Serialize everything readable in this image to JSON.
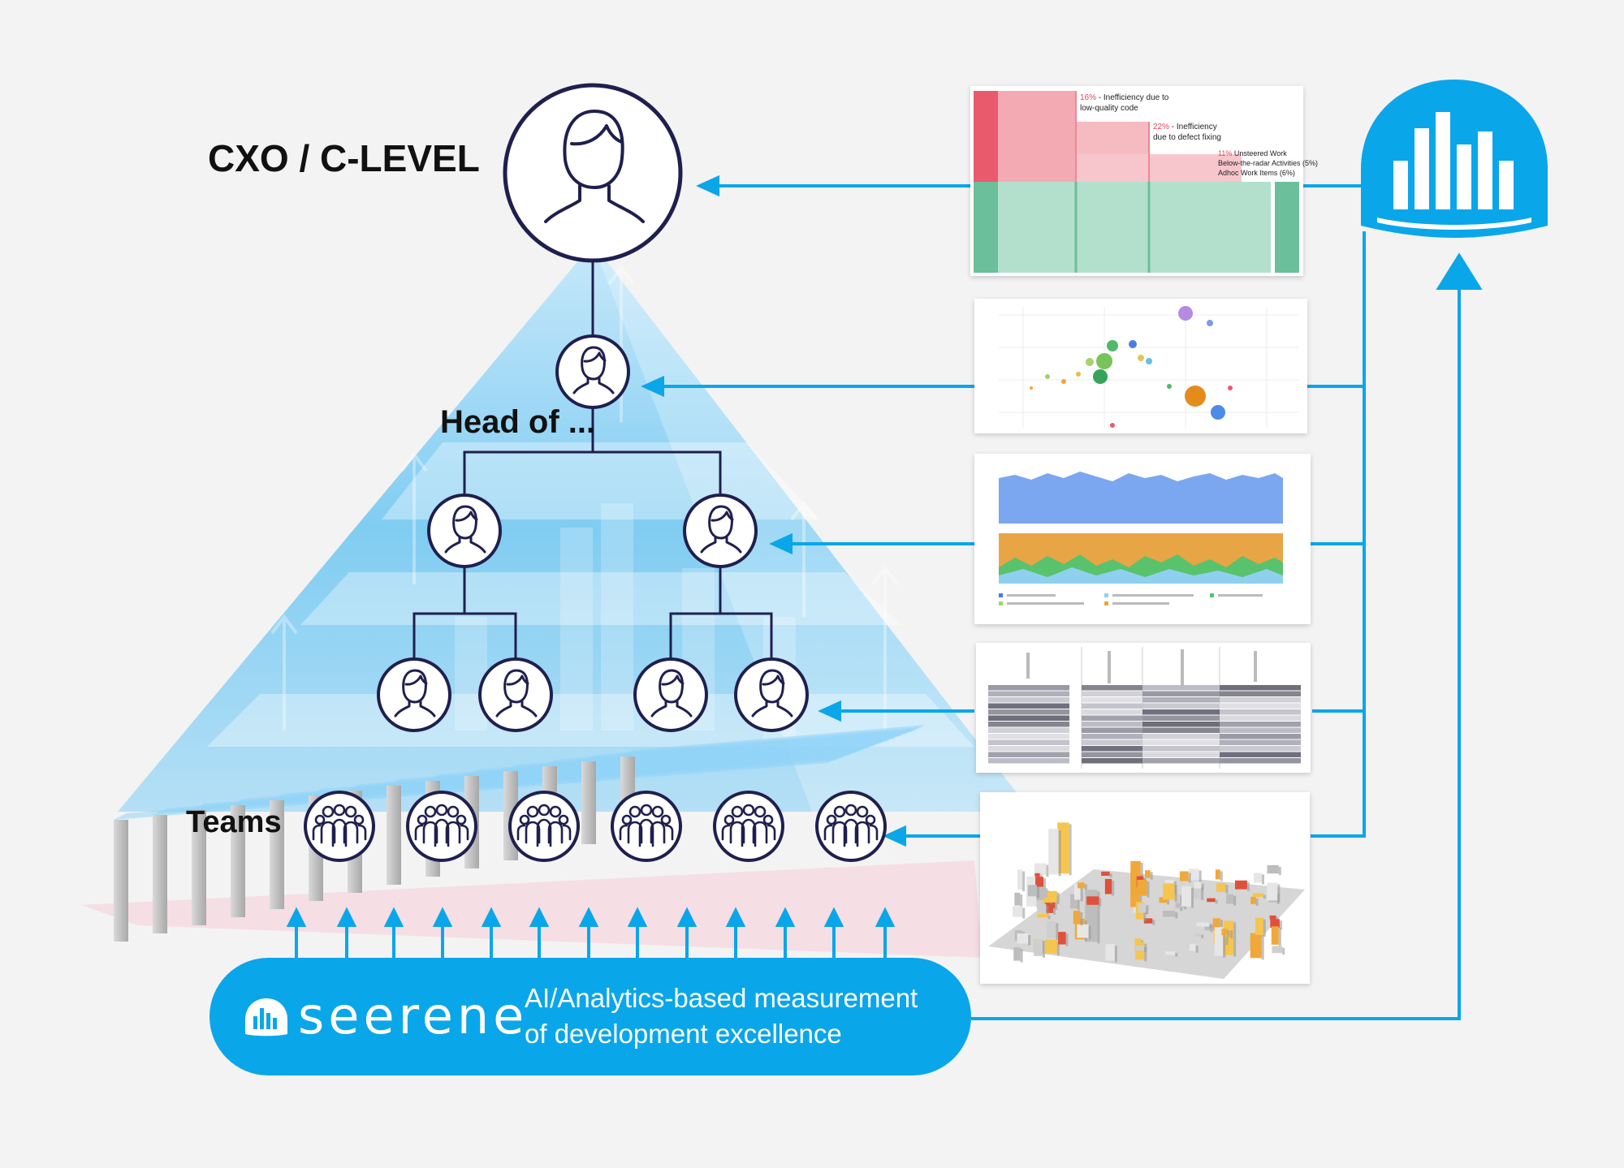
{
  "labels": {
    "cxo": "CXO / C-LEVEL",
    "head_of": "Head of ...",
    "teams": "Teams"
  },
  "brand": {
    "name": "seerene",
    "tagline_line1": "AI/Analytics-based measurement",
    "tagline_line2": "of development excellence"
  },
  "report_annotations": [
    {
      "pct": "16%",
      "text_line1": " - Inefficiency due to",
      "text_line2": "low-quality code"
    },
    {
      "pct": "22%",
      "text_line1": " - Inefficiency",
      "text_line2": "due to defect fixing"
    },
    {
      "pct": "11%",
      "text_line1": " Unsteered Work",
      "text_line2": "Below-the-radar Activities (5%)",
      "text_line3": "Adhoc Work Items (6%)"
    }
  ],
  "colors": {
    "accent_blue": "#0aa6ea",
    "node_stroke": "#1f1f4f",
    "waste_red": "#e95b6c",
    "value_green": "#8fd1b6"
  },
  "icons": [
    "person-icon",
    "team-icon",
    "bar-chart-dome-icon",
    "seerene-logo-icon",
    "arrow-icon"
  ]
}
